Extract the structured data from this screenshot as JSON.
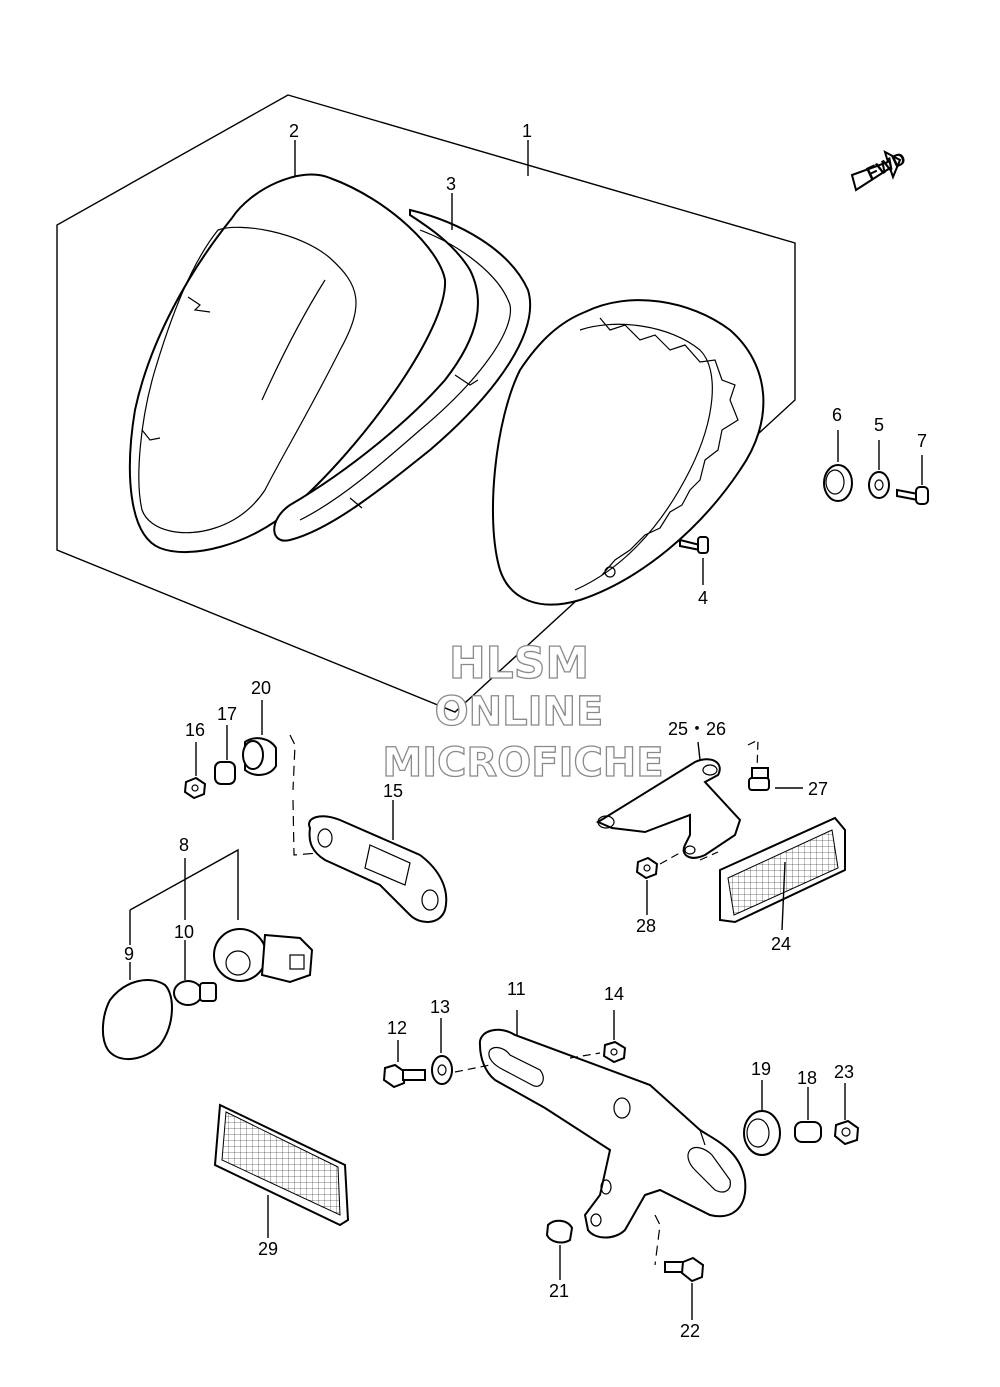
{
  "fwd_label": "FWD",
  "watermark": {
    "line1": "HLSM",
    "line2": "ONLINE",
    "line3": "MICROFICHE"
  },
  "callouts": {
    "p1": "1",
    "p2": "2",
    "p3": "3",
    "p4": "4",
    "p5": "5",
    "p6": "6",
    "p7": "7",
    "p8": "8",
    "p9": "9",
    "p10": "10",
    "p11": "11",
    "p12": "12",
    "p13": "13",
    "p14": "14",
    "p15": "15",
    "p16": "16",
    "p17": "17",
    "p18": "18",
    "p19": "19",
    "p20": "20",
    "p21": "21",
    "p22": "22",
    "p23": "23",
    "p24": "24",
    "p25_26": "25・26",
    "p27": "27",
    "p28": "28",
    "p29": "29"
  }
}
